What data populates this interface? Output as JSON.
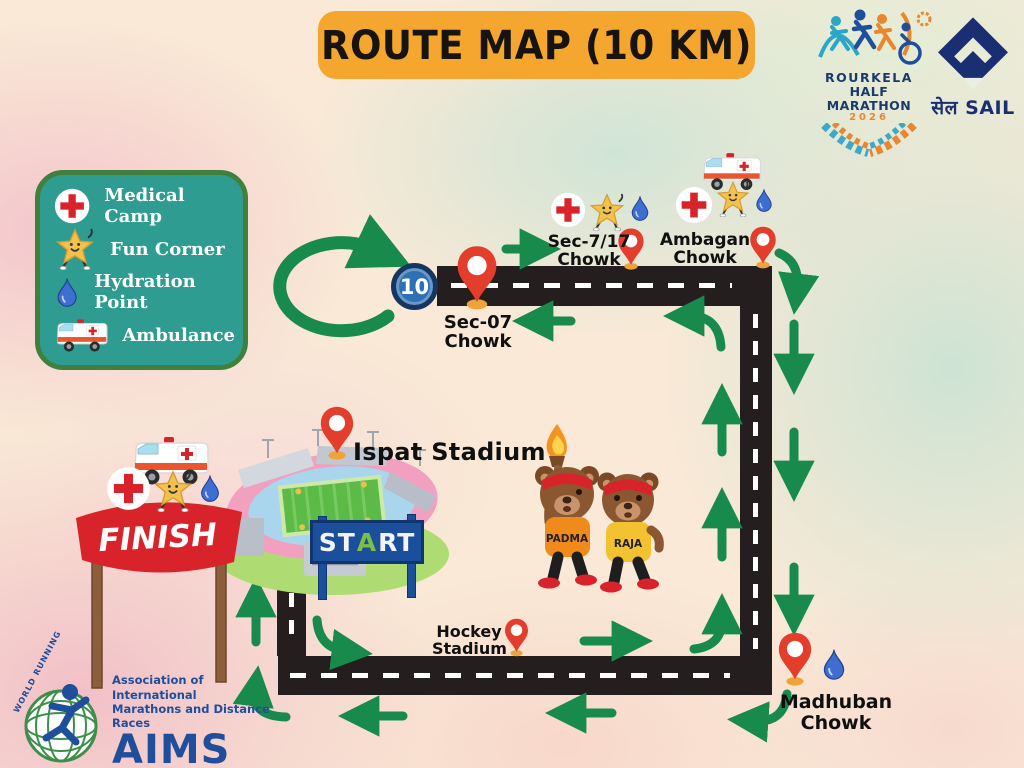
{
  "title": "ROUTE MAP (10 KM)",
  "km_badge": "10",
  "legend": {
    "items": [
      {
        "icon": "medical-cross-icon",
        "label": "Medical Camp"
      },
      {
        "icon": "fun-star-icon",
        "label": "Fun Corner"
      },
      {
        "icon": "water-drop-icon",
        "label": "Hydration Point"
      },
      {
        "icon": "ambulance-icon",
        "label": "Ambulance"
      }
    ]
  },
  "locations": {
    "sec717": {
      "line1": "Sec-7/17",
      "line2": "Chowk"
    },
    "ambagan": {
      "line1": "Ambagan",
      "line2": "Chowk"
    },
    "sec07": {
      "line1": "Sec-07",
      "line2": "Chowk"
    },
    "ispat": {
      "label": "Ispat Stadium"
    },
    "hockey": {
      "line1": "Hockey",
      "line2": "Stadium"
    },
    "madhuban": {
      "line1": "Madhuban",
      "line2": "Chowk"
    }
  },
  "banners": {
    "finish": "FINISH",
    "start": {
      "s": "ST",
      "a": "A",
      "rt": "RT"
    }
  },
  "mascots": {
    "left_name": "PADMA",
    "right_name": "RAJA"
  },
  "logos": {
    "marathon": {
      "city": "ROURKELA",
      "event": "HALF MARATHON",
      "year": "2026"
    },
    "sail": {
      "devanagari": "सेल",
      "latin": "SAIL"
    },
    "aims": {
      "arc_text": "WORLD RUNNING",
      "org_line1": "Association of International",
      "org_line2": "Marathons and Distance Races",
      "acronym": "AIMS"
    }
  },
  "colors": {
    "title_bg": "#F4A62E",
    "legend_bg": "#2E9C90",
    "legend_border": "#41803C",
    "road": "#241F1E",
    "arrow_green": "#188A4C",
    "pin_red": "#E23E2B",
    "badge_blue": "#2F70B5",
    "badge_border": "#16365F",
    "finish_red": "#D8232A",
    "start_blue": "#1B4E9B",
    "navy": "#1F4E9C"
  }
}
